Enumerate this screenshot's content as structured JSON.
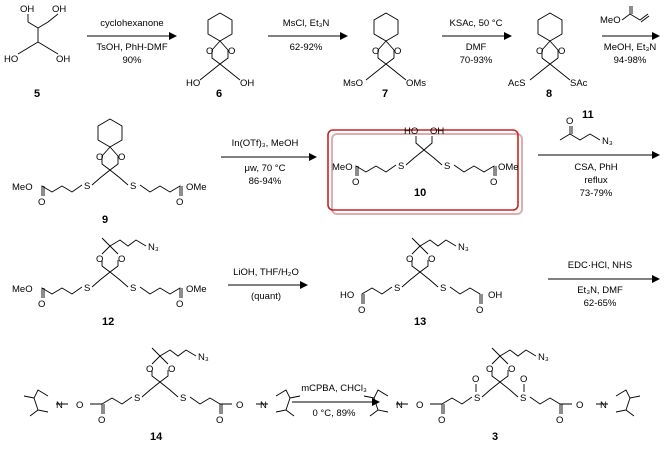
{
  "scheme": {
    "row1": {
      "compounds": {
        "c5": {
          "number": "5"
        },
        "c6": {
          "number": "6"
        },
        "c7": {
          "number": "7"
        },
        "c8": {
          "number": "8"
        }
      },
      "arrow1": {
        "top1": "cyclohexanone",
        "bottom1": "TsOH, PhH-DMF",
        "bottom2": "90%"
      },
      "arrow2": {
        "top1": "MsCl, Et₃N",
        "bottom1": "62-92%"
      },
      "arrow3": {
        "top1": "KSAc, 50 °C",
        "bottom1": "DMF",
        "bottom2": "70-93%"
      },
      "arrow4": {
        "top1": "MeO",
        "bottom1": "MeOH, Et₃N",
        "bottom2": "94-98%"
      },
      "atoms": {
        "OH": "OH",
        "HO": "HO",
        "MsO": "MsO",
        "OMs": "OMs",
        "AcS": "AcS",
        "SAc": "SAc",
        "O": "O"
      }
    },
    "row2": {
      "compounds": {
        "c9": {
          "number": "9"
        },
        "c10": {
          "number": "10"
        },
        "c11": {
          "number": "11"
        }
      },
      "arrow5": {
        "top1": "In(OTf)₃, MeOH",
        "bottom1": "μw, 70 °C",
        "bottom2": "86-94%"
      },
      "arrow6": {
        "bottom1": "CSA, PhH",
        "bottom2": "reflux",
        "bottom3": "73-79%"
      },
      "atoms": {
        "MeO": "MeO",
        "OMe": "OMe",
        "S": "S",
        "O": "O",
        "OH": "OH",
        "N3": "N₃"
      }
    },
    "row3": {
      "compounds": {
        "c12": {
          "number": "12"
        },
        "c13": {
          "number": "13"
        }
      },
      "arrow7": {
        "top1": "LiOH, THF/H₂O",
        "bottom1": "(quant)"
      },
      "arrow8": {
        "top1": "EDC·HCl, NHS",
        "bottom1": "Et₃N, DMF",
        "bottom2": "62-65%"
      },
      "atoms": {
        "HO": "HO",
        "OH": "OH"
      }
    },
    "row4": {
      "compounds": {
        "c14": {
          "number": "14"
        },
        "c3": {
          "number": "3"
        }
      },
      "arrow9": {
        "top1": "mCPBA, CHCl₃",
        "bottom1": "0 °C, 89%"
      },
      "atoms": {
        "N": "N",
        "O": "O"
      }
    }
  }
}
